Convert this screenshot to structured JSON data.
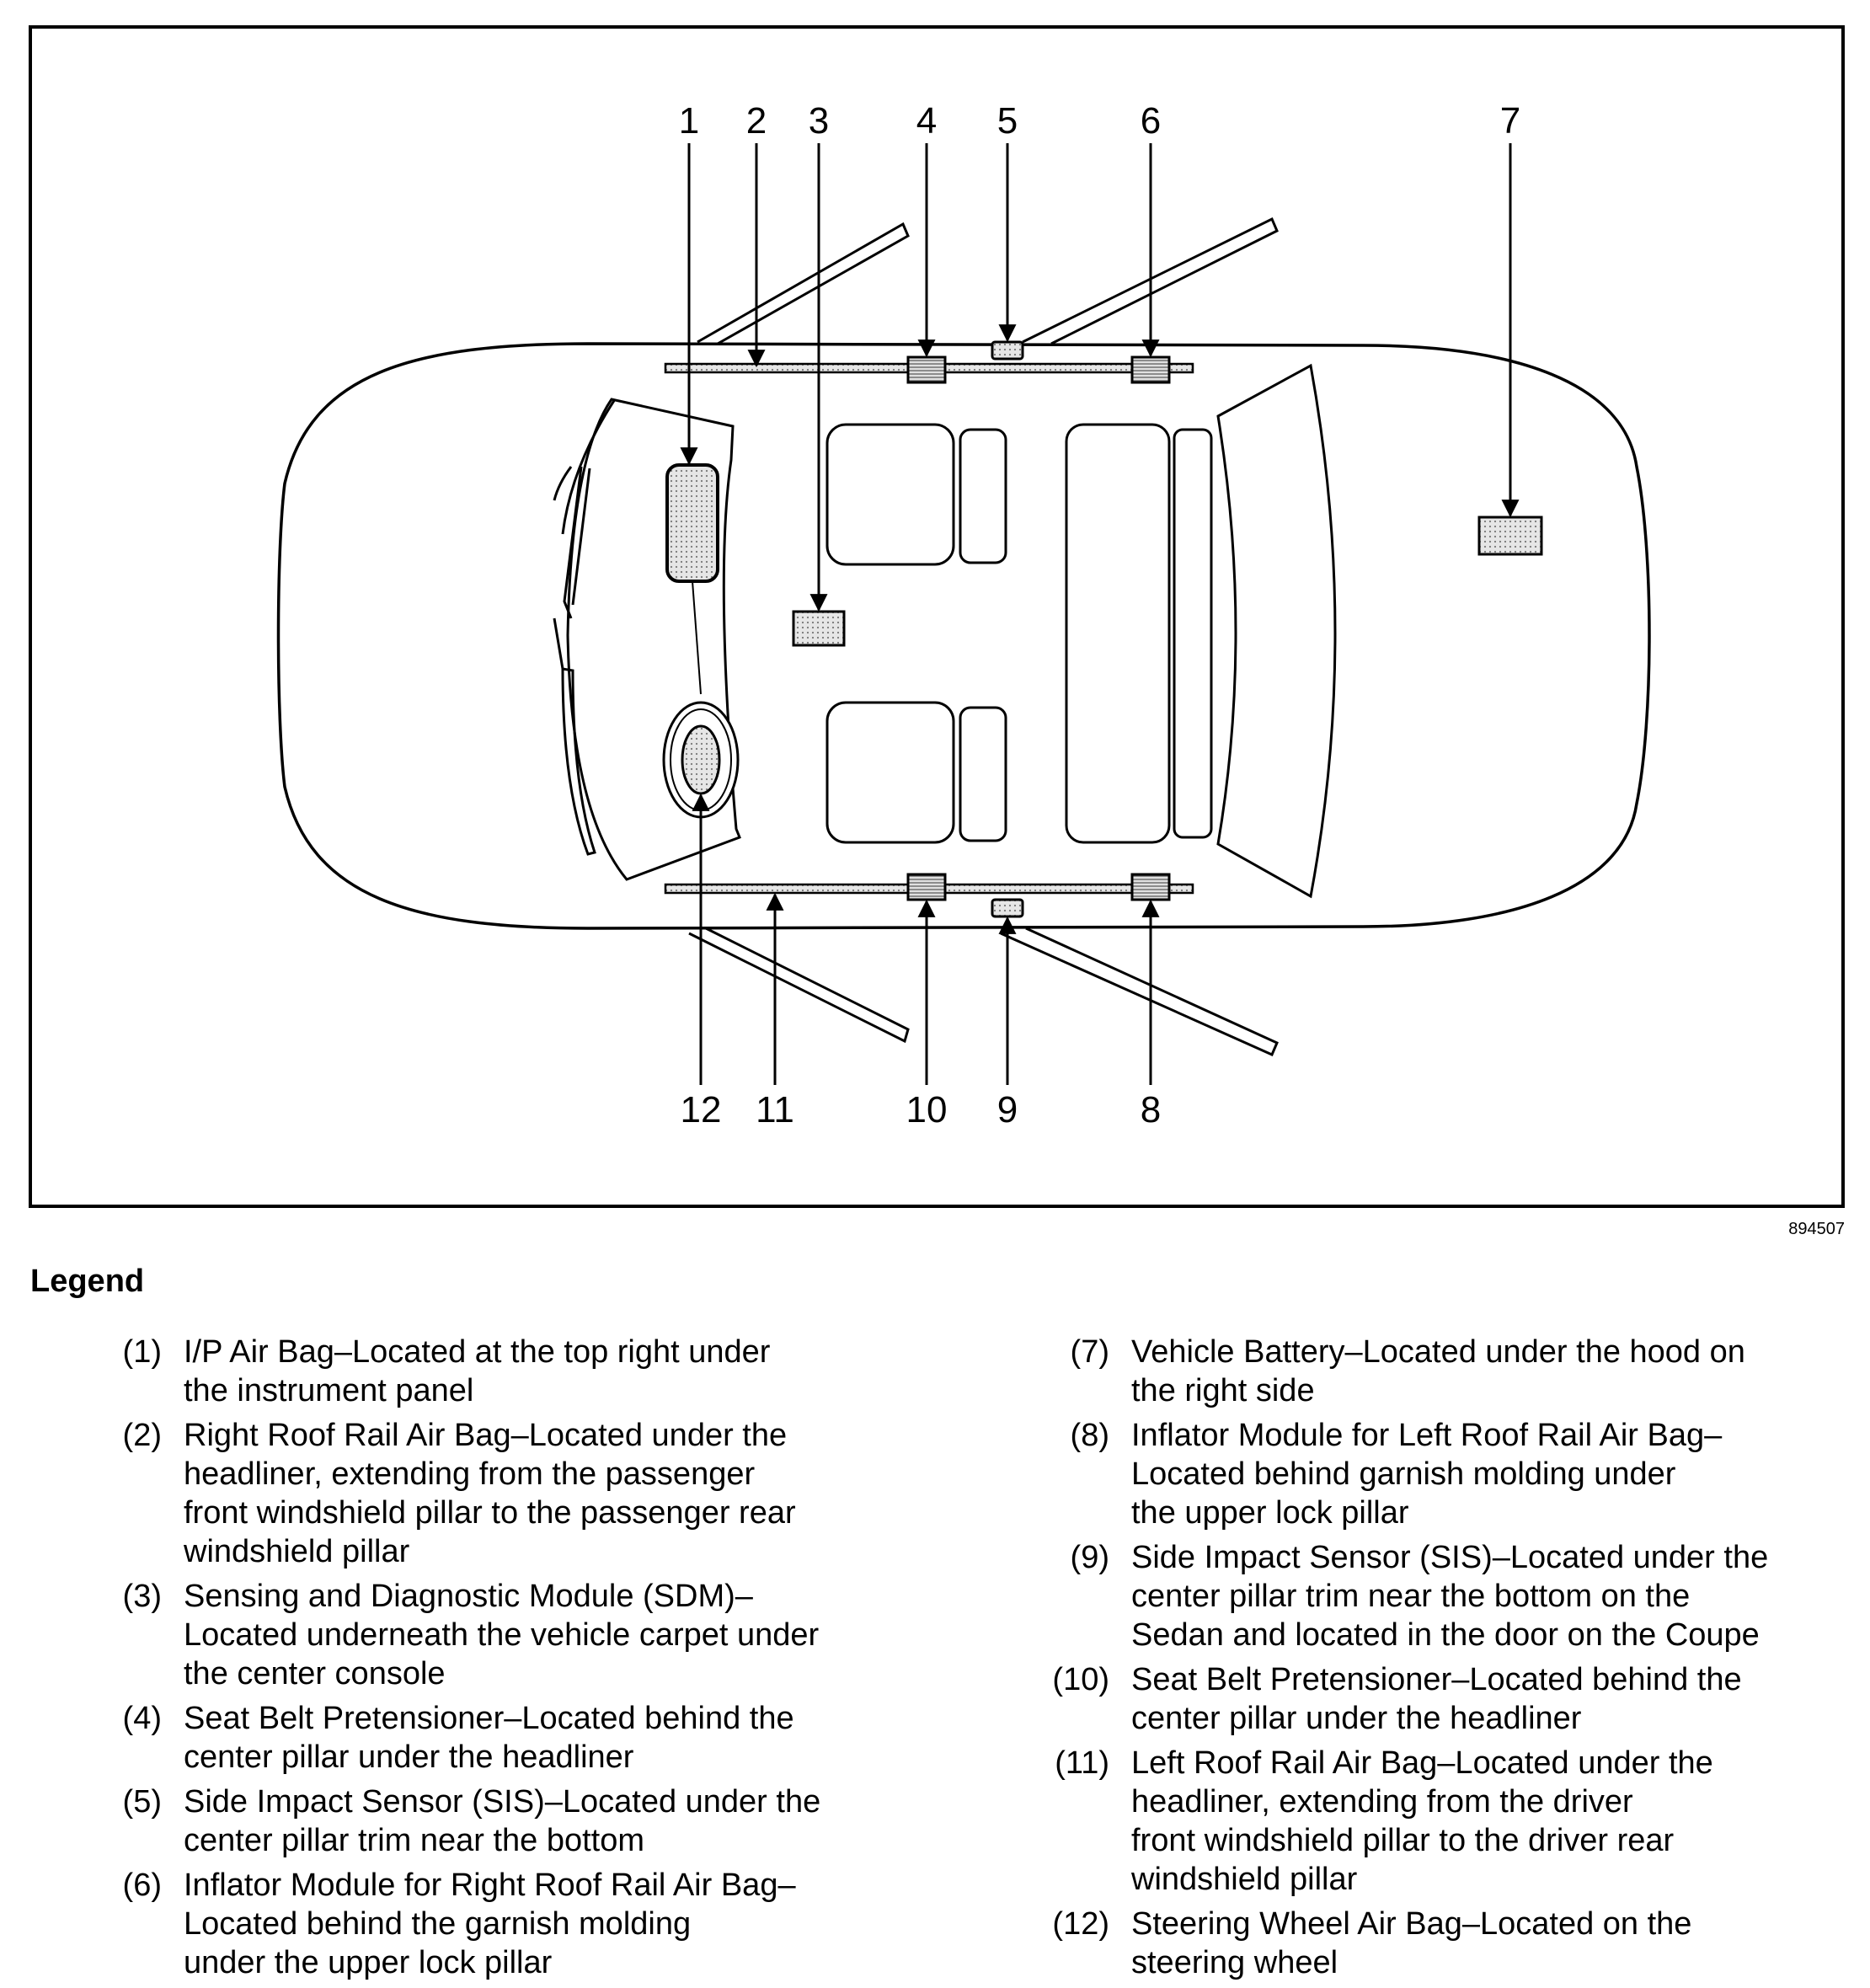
{
  "diagram": {
    "callouts": {
      "c1": "1",
      "c2": "2",
      "c3": "3",
      "c4": "4",
      "c5": "5",
      "c6": "6",
      "c7": "7",
      "c8": "8",
      "c9": "9",
      "c10": "10",
      "c11": "11",
      "c12": "12"
    },
    "figure_id": "894507"
  },
  "legend": {
    "title": "Legend",
    "left": [
      {
        "num": "(1)",
        "text": "I/P Air Bag–Located at the top right under\nthe instrument panel"
      },
      {
        "num": "(2)",
        "text": "Right Roof Rail Air Bag–Located under the\nheadliner, extending from the passenger\nfront windshield pillar to the passenger rear\nwindshield pillar"
      },
      {
        "num": "(3)",
        "text": "Sensing and Diagnostic Module (SDM)–\nLocated underneath the vehicle carpet under\nthe center console"
      },
      {
        "num": "(4)",
        "text": "Seat Belt Pretensioner–Located behind the\ncenter pillar under the headliner"
      },
      {
        "num": "(5)",
        "text": "Side Impact Sensor (SIS)–Located under the\ncenter pillar trim near the bottom"
      },
      {
        "num": "(6)",
        "text": "Inflator Module for Right Roof Rail Air Bag–\nLocated behind the garnish molding\nunder the upper lock pillar"
      }
    ],
    "right": [
      {
        "num": "(7)",
        "text": "Vehicle Battery–Located under the hood on\nthe right side"
      },
      {
        "num": "(8)",
        "text": "Inflator Module for Left Roof Rail Air Bag–\nLocated behind garnish molding under\nthe upper lock pillar"
      },
      {
        "num": "(9)",
        "text": "Side Impact Sensor (SIS)–Located under the\ncenter pillar trim near the bottom on the\nSedan and located in the door on the Coupe"
      },
      {
        "num": "(10)",
        "text": "Seat Belt Pretensioner–Located behind the\ncenter pillar under the headliner"
      },
      {
        "num": "(11)",
        "text": "Left Roof Rail Air Bag–Located under the\nheadliner, extending from the driver\nfront windshield pillar to the driver rear\nwindshield pillar"
      },
      {
        "num": "(12)",
        "text": "Steering Wheel Air Bag–Located on the\nsteering wheel"
      }
    ]
  }
}
